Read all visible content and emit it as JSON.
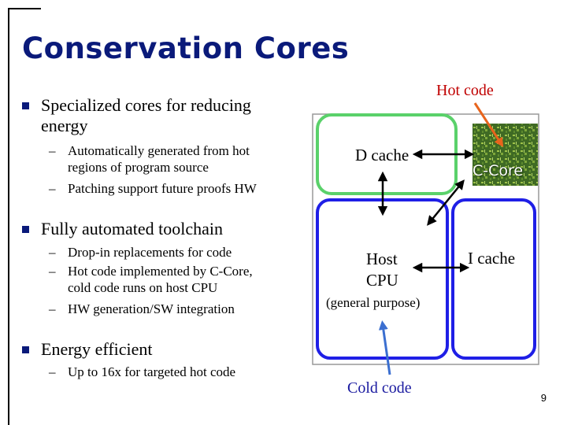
{
  "title": "Conservation Cores",
  "bullets": [
    {
      "text": "Specialized cores for reducing energy",
      "lines": [
        "Specialized cores for reducing",
        "energy"
      ],
      "subs": [
        {
          "lines": [
            "Automatically generated from hot",
            "regions of program source"
          ]
        },
        {
          "lines": [
            "Patching support future proofs HW"
          ]
        }
      ]
    },
    {
      "text": "Fully automated toolchain",
      "lines": [
        "Fully automated toolchain"
      ],
      "subs": [
        {
          "lines": [
            "Drop-in replacements for code"
          ]
        },
        {
          "lines": [
            "Hot code implemented by C-Core,",
            "cold code runs on host CPU"
          ]
        },
        {
          "lines": [
            "HW generation/SW integration"
          ]
        }
      ]
    },
    {
      "text": "Energy efficient",
      "lines": [
        "Energy efficient"
      ],
      "subs": [
        {
          "lines": [
            "Up to 16x for targeted hot code"
          ]
        }
      ]
    }
  ],
  "diagram": {
    "hot_code_label": "Hot code",
    "dcache_label": "D cache",
    "ccore_label": "C-Core",
    "host_label_1": "Host",
    "host_label_2": "CPU",
    "host_sub": "(general purpose)",
    "icache_label": "I cache",
    "cold_code_label": "Cold code",
    "colors": {
      "hot": "#c00000",
      "cold": "#1a1aa0",
      "green_box": "#5ad16a",
      "blue_box": "#1f1fe6",
      "arrow_hot": "#e8641c",
      "arrow_cold": "#3b6fd0",
      "chip": "#4f7a2a"
    }
  },
  "page_number": "9"
}
